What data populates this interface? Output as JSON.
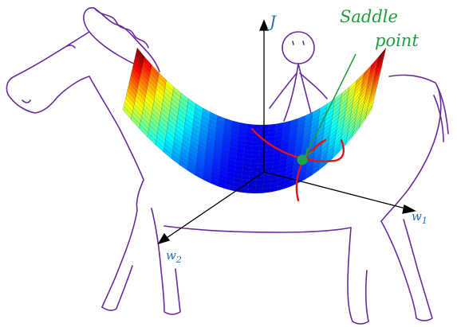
{
  "labels": {
    "vertical_axis": "J",
    "horizontal_axis": "w",
    "horizontal_axis_subscript": "1",
    "depth_axis": "w",
    "depth_axis_subscript": "2",
    "annotation_line1": "Saddle",
    "annotation_line2": "point"
  },
  "colors": {
    "sketch": "#6a2c9b",
    "annotation": "#1e9e3a",
    "axis_label": "#2170c4",
    "axes": "#000000",
    "saddle_marker": "#1fa34a",
    "red_curves": "#e3131c"
  },
  "surface_colormap": [
    "#00007f",
    "#0000ff",
    "#007fff",
    "#00ffff",
    "#7fff7f",
    "#ffff00",
    "#ff7f00",
    "#ff0000",
    "#7f0000"
  ]
}
